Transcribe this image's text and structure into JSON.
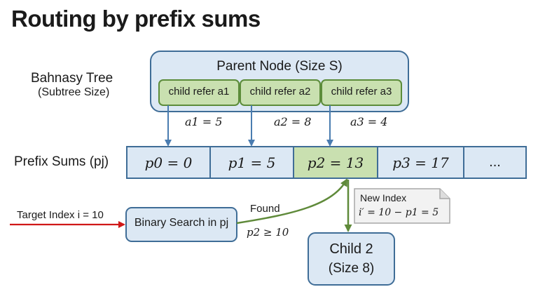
{
  "title": "Routing by prefix sums",
  "tree_label": {
    "name": "Bahnasy Tree",
    "sub": "(Subtree Size)"
  },
  "parent_node": {
    "label": "Parent Node (Size S)"
  },
  "children": [
    {
      "label": "child refer a1",
      "weight": "a1 = 5"
    },
    {
      "label": "child refer a2",
      "weight": "a2 = 8"
    },
    {
      "label": "child refer a3",
      "weight": "a3 = 4"
    }
  ],
  "prefix_label": "Prefix Sums (pj)",
  "prefix_cells": [
    {
      "label": "p0 = 0",
      "highlight": false
    },
    {
      "label": "p1 = 5",
      "highlight": false
    },
    {
      "label": "p2 = 13",
      "highlight": true
    },
    {
      "label": "p3 = 17",
      "highlight": false
    },
    {
      "label": "...",
      "highlight": false
    }
  ],
  "target": {
    "label": "Target Index i = 10"
  },
  "search": {
    "label": "Binary Search in pj"
  },
  "found": {
    "label": "Found",
    "condition": "p2 ≥ 10"
  },
  "note": {
    "title": "New Index",
    "formula": "i′ = 10 − p1 = 5"
  },
  "result": {
    "line1": "Child 2",
    "line2": "(Size 8)"
  },
  "colors": {
    "blue_fill": "#dce8f4",
    "blue_stroke": "#3f6d97",
    "green_fill": "#c9e0b0",
    "green_stroke": "#5c8c3a",
    "arrow_blue": "#4a7cb0",
    "arrow_green": "#5f8a3a",
    "arrow_red": "#d01818",
    "note_fill": "#f2f2f2",
    "note_stroke": "#a8a8a8"
  }
}
